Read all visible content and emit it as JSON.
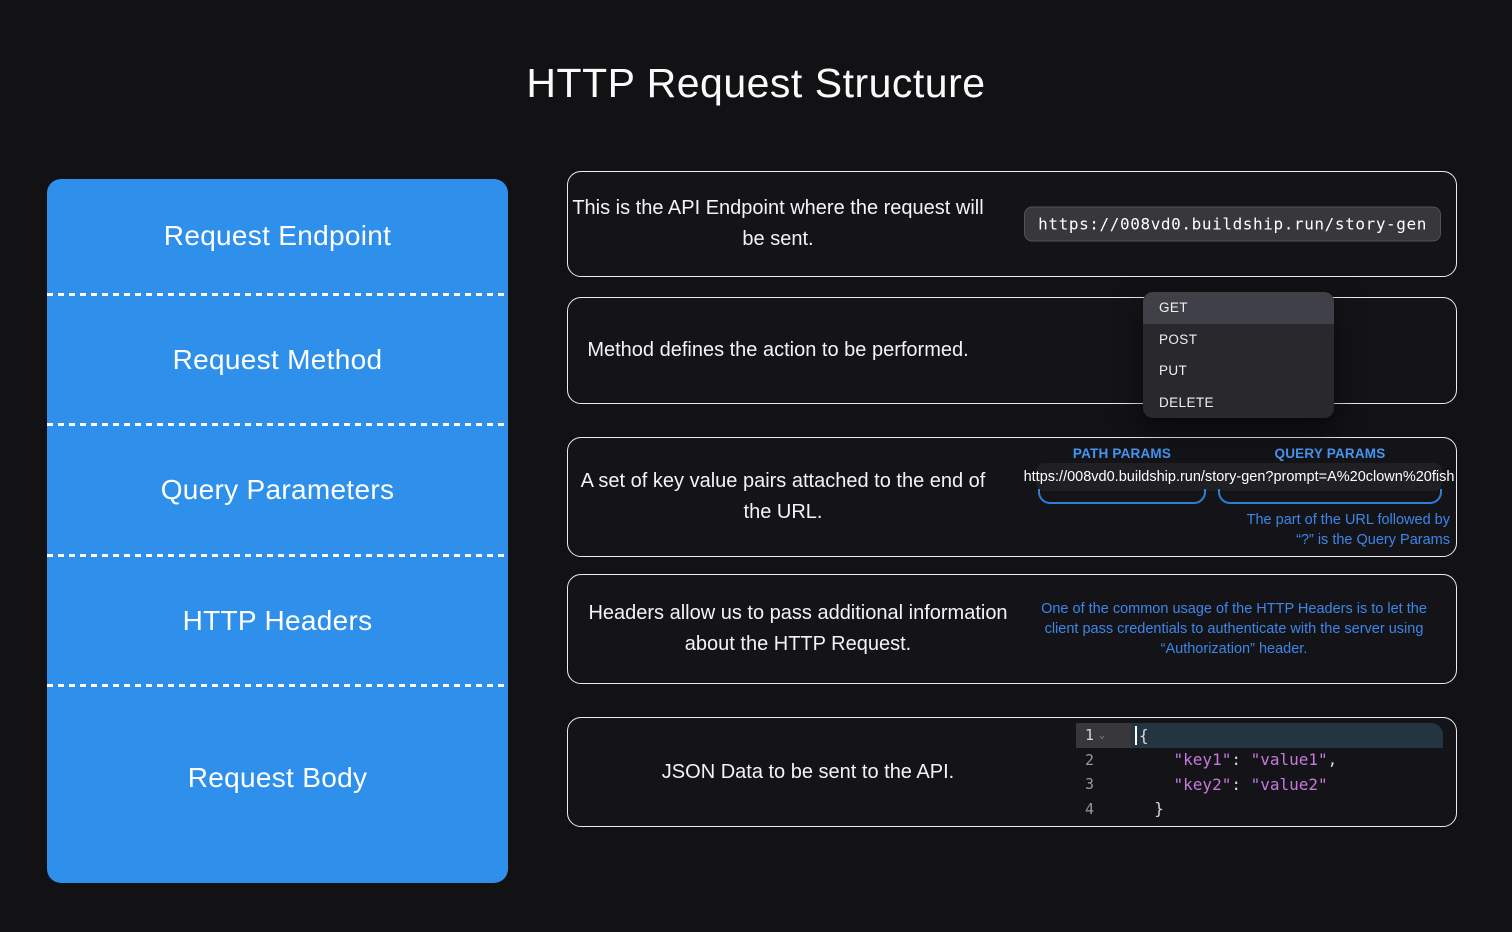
{
  "title": "HTTP Request Structure",
  "colors": {
    "sidebar_blue": "#2E90EA",
    "note_blue": "#3C86E8",
    "param_label_blue": "#4596F2",
    "brace_blue": "#2E7FD6",
    "code_string_magenta": "#C678DD"
  },
  "sidebar": {
    "sections": [
      {
        "label": "Request Endpoint"
      },
      {
        "label": "Request Method"
      },
      {
        "label": "Query Parameters"
      },
      {
        "label": "HTTP Headers"
      },
      {
        "label": "Request Body"
      }
    ]
  },
  "endpoint_panel": {
    "description": "This is the API Endpoint where the request will be sent.",
    "url": "https://008vd0.buildship.run/story-gen"
  },
  "method_panel": {
    "description": "Method defines the action to be performed.",
    "dropdown": {
      "selected": "GET",
      "options": [
        "GET",
        "POST",
        "PUT",
        "DELETE"
      ]
    }
  },
  "query_panel": {
    "description": "A set of key value pairs attached to the end of the URL.",
    "path_params_label": "PATH PARAMS",
    "query_params_label": "QUERY PARAMS",
    "url": "https://008vd0.buildship.run/story-gen?prompt=A%20clown%20fish",
    "note": "The part of the URL followed by “?” is the Query Params"
  },
  "headers_panel": {
    "description": "Headers allow us to pass additional information about the HTTP Request.",
    "note": "One of the common usage of the HTTP Headers is to let the client pass credentials to authenticate with the server using “Authorization” header."
  },
  "body_panel": {
    "description": "JSON Data to be sent to the API.",
    "code": {
      "lines": [
        {
          "num": "1",
          "fold": "⌄",
          "highlight": true,
          "cursor": true,
          "tokens": [
            [
              "punct",
              "{"
            ]
          ]
        },
        {
          "num": "2",
          "tokens": [
            [
              "punct",
              "    "
            ],
            [
              "str",
              "\"key1\""
            ],
            [
              "punct",
              ": "
            ],
            [
              "str",
              "\"value1\""
            ],
            [
              "punct",
              ","
            ]
          ]
        },
        {
          "num": "3",
          "tokens": [
            [
              "punct",
              "    "
            ],
            [
              "str",
              "\"key2\""
            ],
            [
              "punct",
              ": "
            ],
            [
              "str",
              "\"value2\""
            ]
          ]
        },
        {
          "num": "4",
          "tokens": [
            [
              "punct",
              "  }"
            ]
          ]
        }
      ]
    }
  }
}
